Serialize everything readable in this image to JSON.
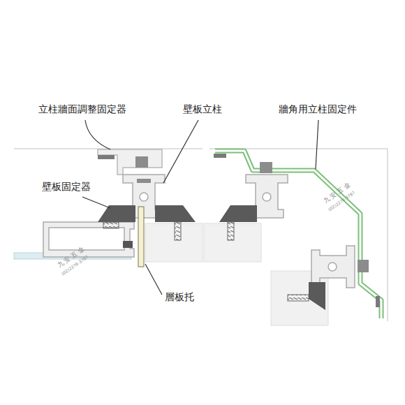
{
  "diagram": {
    "labels": [
      "立柱牆面調整固定器",
      "壁板立柱",
      "牆角用立柱固定件",
      "壁板固定器",
      "層板托",
      "九安五金",
      "(02)2276-3787",
      "九安五金",
      "(02)2276-3787"
    ]
  }
}
